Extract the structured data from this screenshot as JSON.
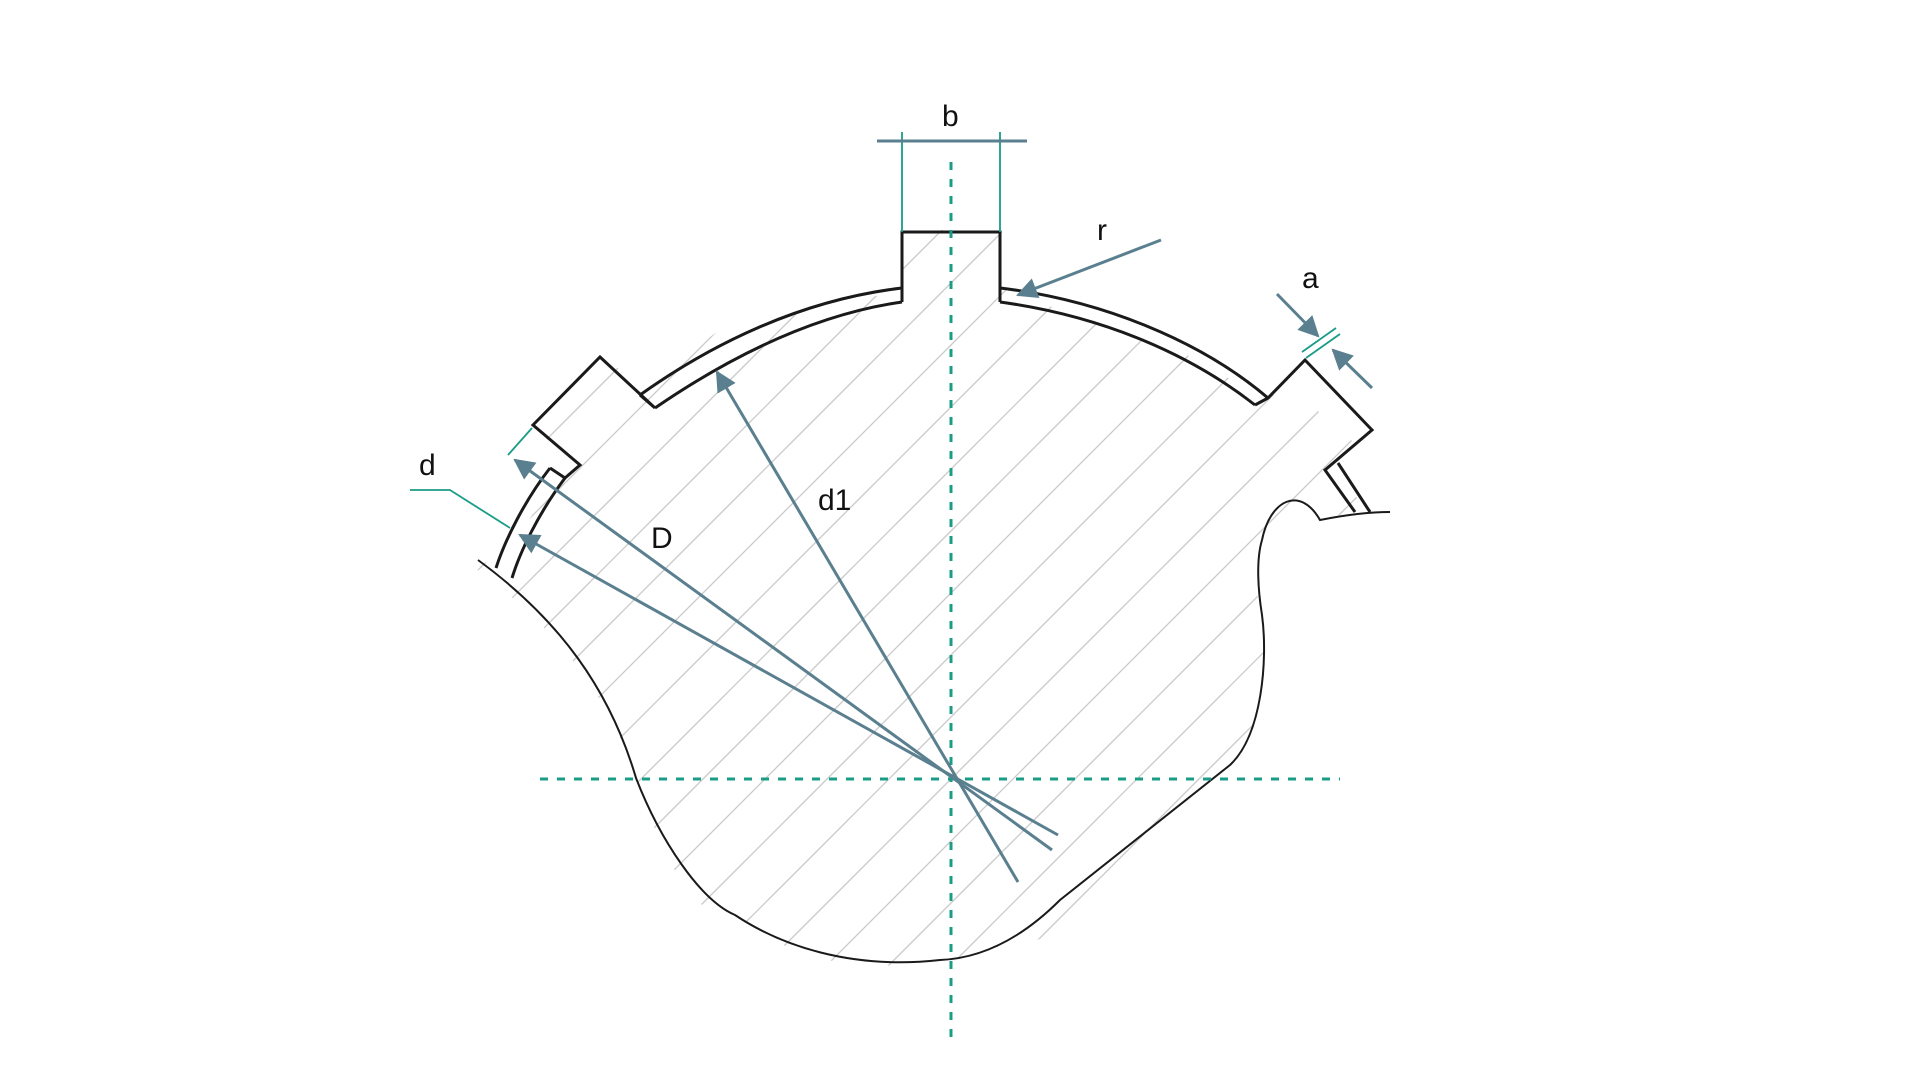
{
  "labels": {
    "b": "b",
    "r": "r",
    "a": "a",
    "d": "d",
    "D": "D",
    "d1": "d1"
  },
  "colors": {
    "outline": "#1a1a1a",
    "arrow": "#5a7f8f",
    "centerline": "#1a9c86",
    "extension": "#1a9c86",
    "hatch": "#c9c9c9",
    "background": "#ffffff"
  }
}
